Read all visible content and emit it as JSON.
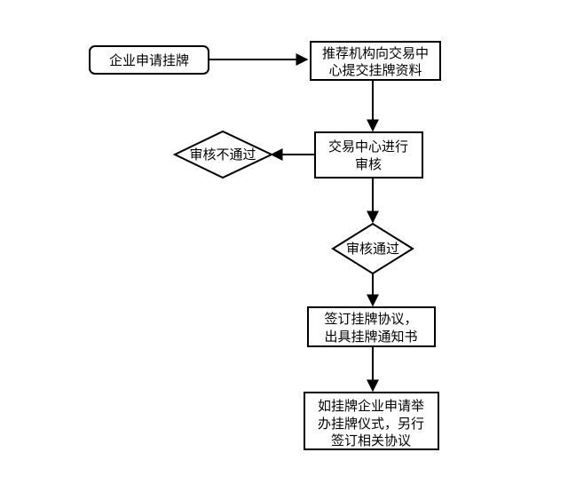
{
  "diagram": {
    "nodes": {
      "apply": {
        "text": "企业申请挂牌"
      },
      "submit": {
        "line1": "推荐机构向交易中",
        "line2": "心提交挂牌资料"
      },
      "review": {
        "line1": "交易中心进行",
        "line2": "审核"
      },
      "rejected": {
        "text": "审核不通过"
      },
      "approved": {
        "text": "审核通过"
      },
      "agreement": {
        "line1": "签订挂牌协议，",
        "line2": "出具挂牌通知书"
      },
      "ceremony": {
        "line1": "如挂牌企业申请举",
        "line2": "办挂牌仪式，另行",
        "line3": "签订相关协议"
      }
    },
    "edges": [
      {
        "from": "apply",
        "to": "submit"
      },
      {
        "from": "submit",
        "to": "review"
      },
      {
        "from": "review",
        "to": "rejected"
      },
      {
        "from": "review",
        "to": "approved"
      },
      {
        "from": "approved",
        "to": "agreement"
      },
      {
        "from": "agreement",
        "to": "ceremony"
      }
    ]
  }
}
